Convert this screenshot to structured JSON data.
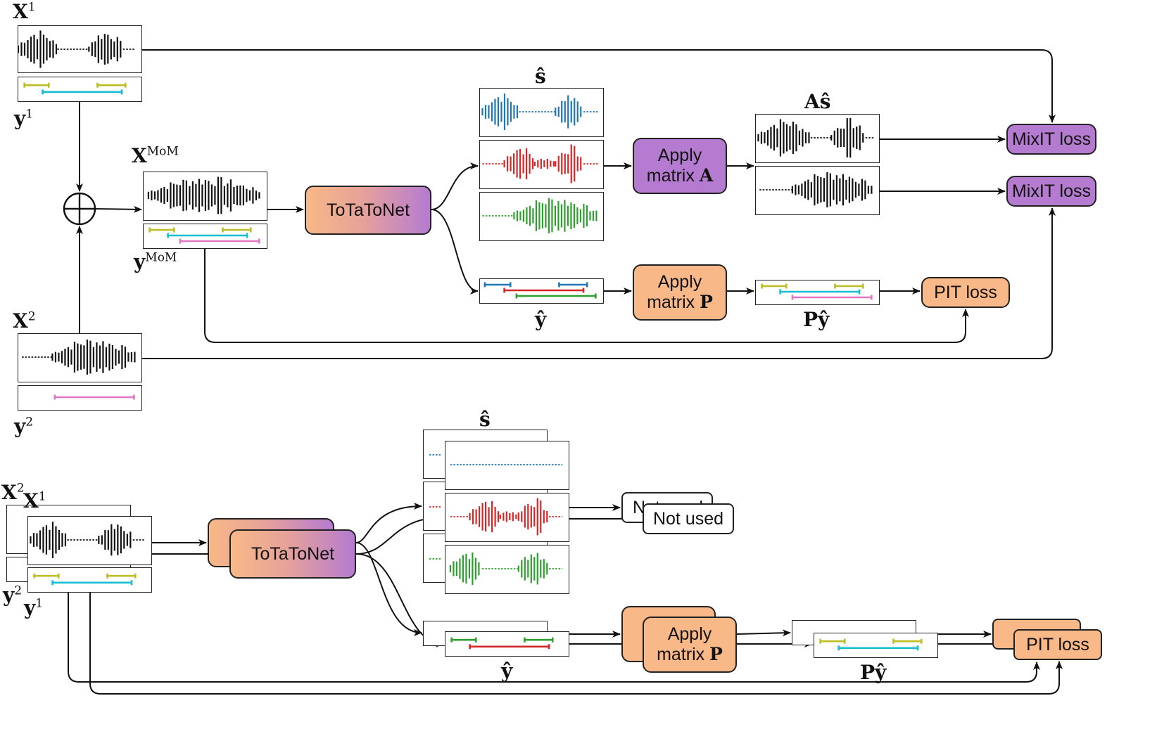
{
  "top": {
    "x1_label": "X",
    "x1_sup": "1",
    "y1_label": "y",
    "y1_sup": "1",
    "x2_label": "X",
    "x2_sup": "2",
    "y2_label": "y",
    "y2_sup": "2",
    "xmom_label": "X",
    "xmom_sup": "MoM",
    "ymom_label": "y",
    "ymom_sup": "MoM",
    "shat_label": "ŝ",
    "ahat_label": "Aŝ",
    "yhat_label": "ŷ",
    "pyhat_label": "Pŷ",
    "net_label": "ToTaToNet",
    "apply_a_line1": "Apply",
    "apply_a_line2": "matrix ",
    "apply_a_sym": "A",
    "apply_p_line1": "Apply",
    "apply_p_line2": "matrix ",
    "apply_p_sym": "P",
    "mixit_loss_1": "MixIT loss",
    "mixit_loss_2": "MixIT loss",
    "pit_loss": "PIT loss"
  },
  "bottom": {
    "x2_label": "X",
    "x2_sup": "2",
    "x1_label": "X",
    "x1_sup": "1",
    "y2_label": "y",
    "y2_sup": "2",
    "y1_label": "y",
    "y1_sup": "1",
    "shat_label": "ŝ",
    "yhat_label": "ŷ",
    "pyhat_label": "Pŷ",
    "net_label": "ToTaToNet",
    "not_used_back": "Not used",
    "not_used": "Not used",
    "apply_p_line1": "Apply",
    "apply_p_line2": "matrix ",
    "apply_p_sym": "P",
    "pit_loss": "PIT loss"
  },
  "colors": {
    "black": "#111111",
    "blue": "#1f77b4",
    "red": "#d62728",
    "green": "#2ca02c",
    "olive": "#bcbd22",
    "cyan": "#17becf",
    "pink": "#e377c2",
    "orange_node": "#f8b887",
    "purple_node": "#b57bd1"
  }
}
